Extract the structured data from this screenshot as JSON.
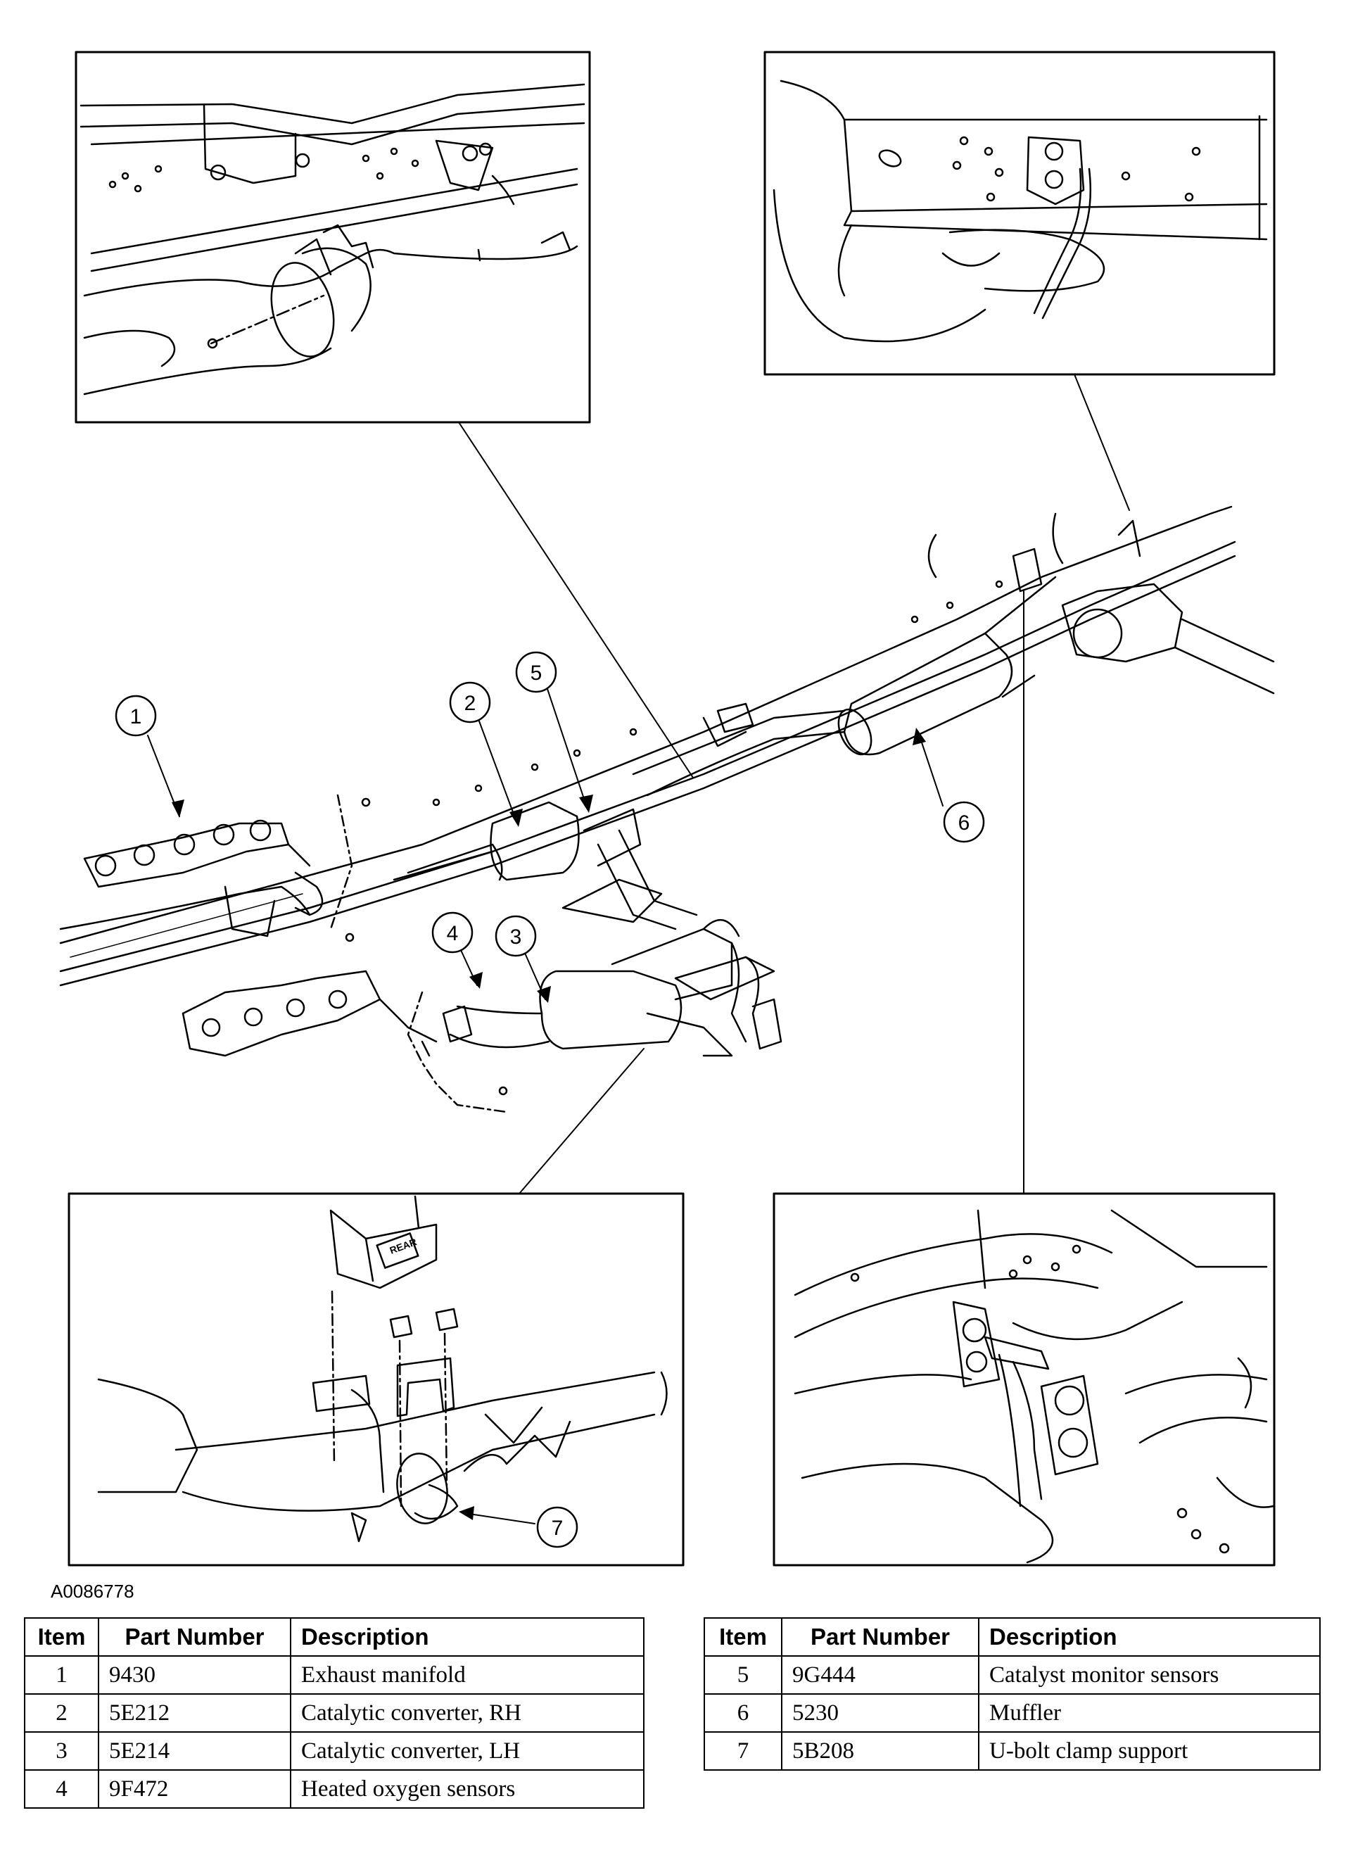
{
  "figure_id": "A0086778",
  "callouts": [
    "1",
    "2",
    "3",
    "4",
    "5",
    "6",
    "7"
  ],
  "inset_texts": {
    "bracket_label": "REAR"
  },
  "tables": {
    "left": {
      "headers": [
        "Item",
        "Part Number",
        "Description"
      ],
      "rows": [
        {
          "item": "1",
          "part": "9430",
          "desc": "Exhaust manifold"
        },
        {
          "item": "2",
          "part": "5E212",
          "desc": "Catalytic converter, RH"
        },
        {
          "item": "3",
          "part": "5E214",
          "desc": "Catalytic converter, LH"
        },
        {
          "item": "4",
          "part": "9F472",
          "desc": "Heated oxygen sensors"
        }
      ]
    },
    "right": {
      "headers": [
        "Item",
        "Part Number",
        "Description"
      ],
      "rows": [
        {
          "item": "5",
          "part": "9G444",
          "desc": "Catalyst monitor sensors"
        },
        {
          "item": "6",
          "part": "5230",
          "desc": "Muffler"
        },
        {
          "item": "7",
          "part": "5B208",
          "desc": "U-bolt clamp support"
        }
      ]
    }
  }
}
